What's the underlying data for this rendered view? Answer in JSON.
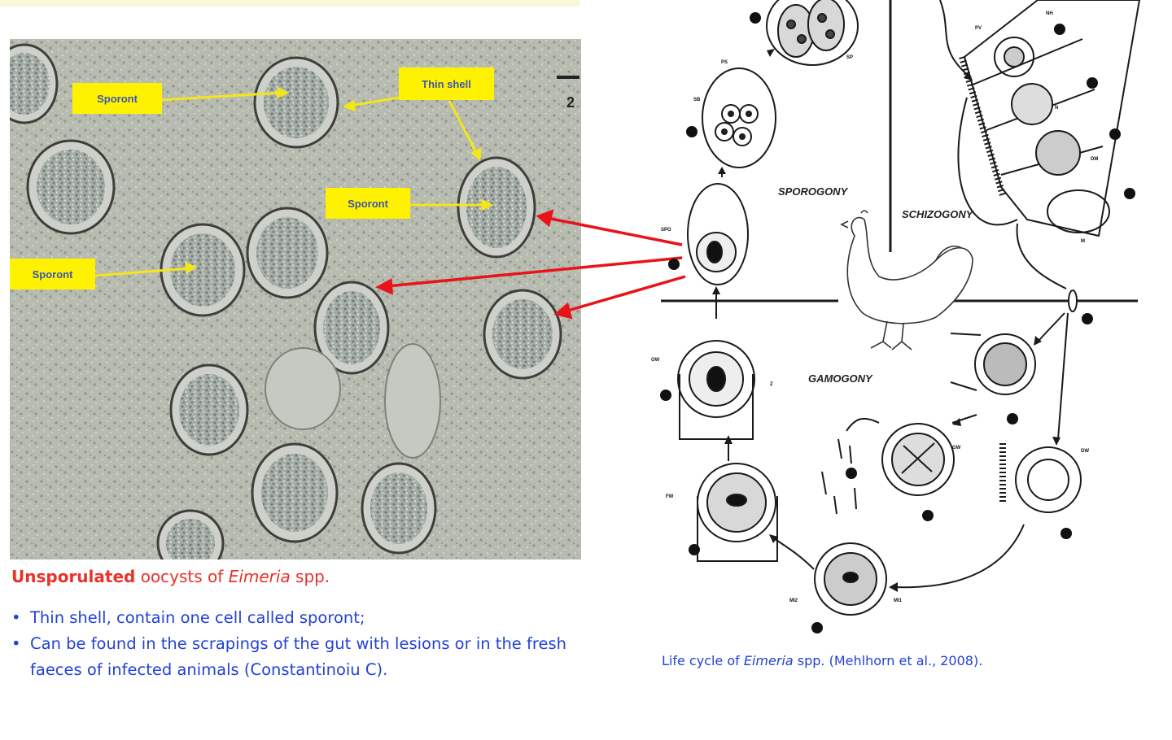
{
  "micrograph": {
    "labels": {
      "sporont_1": "Sporont",
      "thin_shell": "Thin shell",
      "sporont_2": "Sporont",
      "sporont_3": "Sporont"
    },
    "scale_mark": "2"
  },
  "caption": {
    "bold_part": "Unsporulated",
    "middle_part": " oocysts of ",
    "italic_part": "Eimeria",
    "end_part": " spp."
  },
  "bullets": [
    "Thin shell, contain one cell called sporont;",
    "Can be found in the scrapings of the gut with lesions or in the fresh faeces of infected animals (Constantinoiu C)."
  ],
  "life_cycle": {
    "phases": {
      "sporogony": "SPOROGONY",
      "schizogony": "SCHIZOGONY",
      "gamogony": "GAMOGONY"
    },
    "abbreviations": {
      "spo": "SPO",
      "ps": "PS",
      "sb": "SB",
      "sp": "SP",
      "pv": "PV",
      "nh": "NH",
      "n": "N",
      "dm": "DM",
      "m": "M",
      "ow": "OW",
      "z": "Z",
      "fw": "FW",
      "dw": "DW",
      "gw": "GW",
      "mi1": "MI1",
      "mi2": "MI2"
    },
    "caption": {
      "prefix": "Life cycle of ",
      "italic": "Eimeria",
      "suffix": " spp. (Mehlhorn et al., 2008)."
    }
  },
  "colors": {
    "caption_red": "#e8322a",
    "bullet_blue": "#2341d8",
    "label_yellow": "#fff200",
    "label_text": "#3a56b5",
    "arrow_red": "#e8141a",
    "pointer_yellow": "#f5e61a"
  }
}
